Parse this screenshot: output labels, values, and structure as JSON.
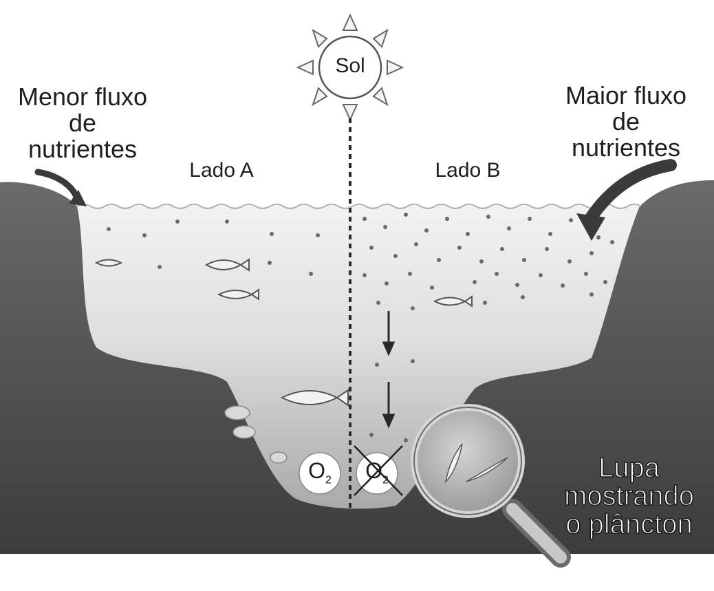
{
  "sun": {
    "label": "Sol"
  },
  "left_caption": {
    "line1": "Menor fluxo",
    "line2": "de",
    "line3": "nutrientes"
  },
  "right_caption": {
    "line1": "Maior fluxo",
    "line2": "de",
    "line3": "nutrientes"
  },
  "side_a": "Lado A",
  "side_b": "Lado B",
  "oxygen": {
    "symbol": "O",
    "subscript": "2"
  },
  "magnifier_caption": {
    "line1": "Lupa",
    "line2": "mostrando",
    "line3": "o plâncton"
  },
  "colors": {
    "water_light": "#ececec",
    "water_mid": "#c9c9c9",
    "ground": "#5e5e5e",
    "text": "#1e1e1e"
  }
}
